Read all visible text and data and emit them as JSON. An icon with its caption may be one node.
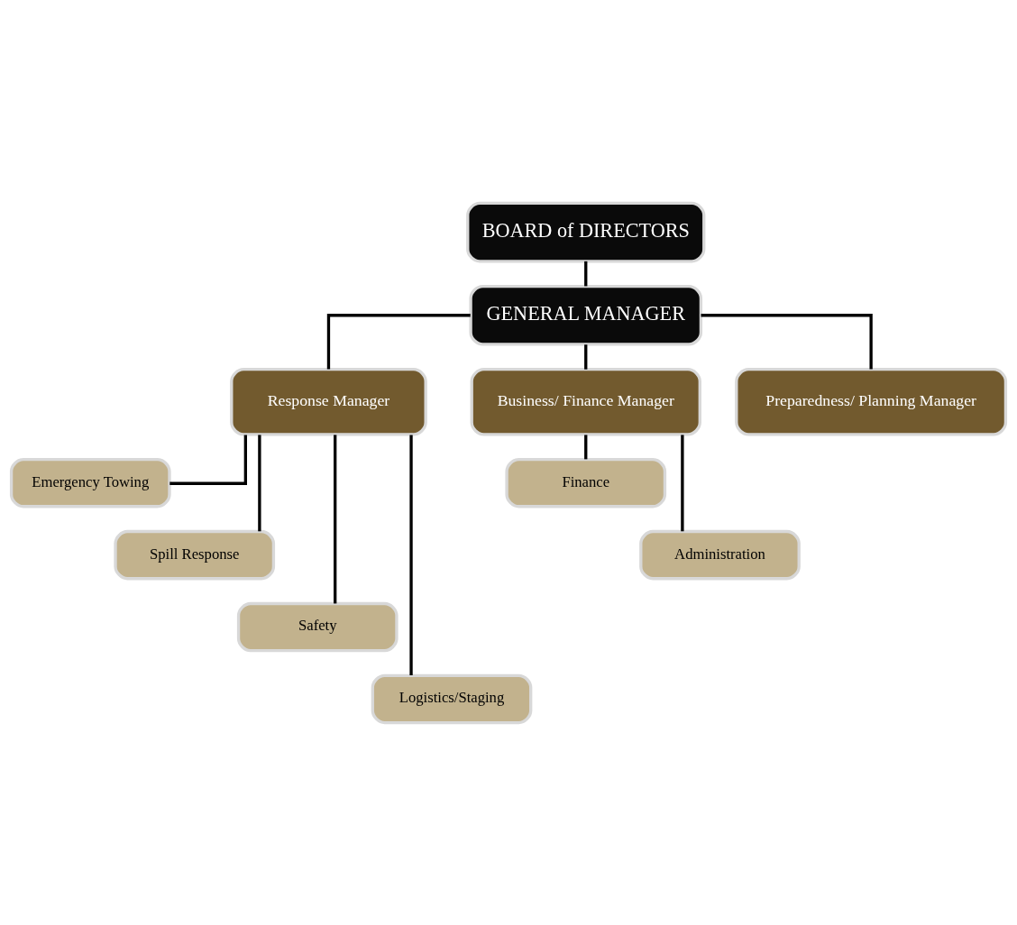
{
  "diagram": {
    "nodes": [
      {
        "text": [
          "BOARD of DIRECTORS"
        ]
      },
      {
        "text": [
          "GENERAL MANAGER"
        ]
      },
      {
        "text": [
          "Response Manager"
        ]
      },
      {
        "text": [
          "Business/ Finance Manager"
        ]
      },
      {
        "text": [
          "Preparedness/ Planning Manager"
        ]
      },
      {
        "text": [
          "Emergency Towing"
        ]
      },
      {
        "text": [
          "Spill Response"
        ]
      },
      {
        "text": [
          "Safety"
        ]
      },
      {
        "text": [
          "Logistics/Staging"
        ]
      },
      {
        "text": [
          "Finance"
        ]
      },
      {
        "text": [
          "Administration"
        ]
      }
    ],
    "edges": [
      {
        "from": 0,
        "to": 1,
        "arrow": "none"
      },
      {
        "from": 1,
        "to": 2,
        "arrow": "none"
      },
      {
        "from": 1,
        "to": 3,
        "arrow": "none"
      },
      {
        "from": 1,
        "to": 4,
        "arrow": "none"
      },
      {
        "from": 2,
        "to": 5,
        "arrow": "none"
      },
      {
        "from": 2,
        "to": 6,
        "arrow": "none"
      },
      {
        "from": 2,
        "to": 7,
        "arrow": "none"
      },
      {
        "from": 2,
        "to": 8,
        "arrow": "none"
      },
      {
        "from": 3,
        "to": 9,
        "arrow": "none"
      },
      {
        "from": 3,
        "to": 10,
        "arrow": "none"
      }
    ]
  }
}
